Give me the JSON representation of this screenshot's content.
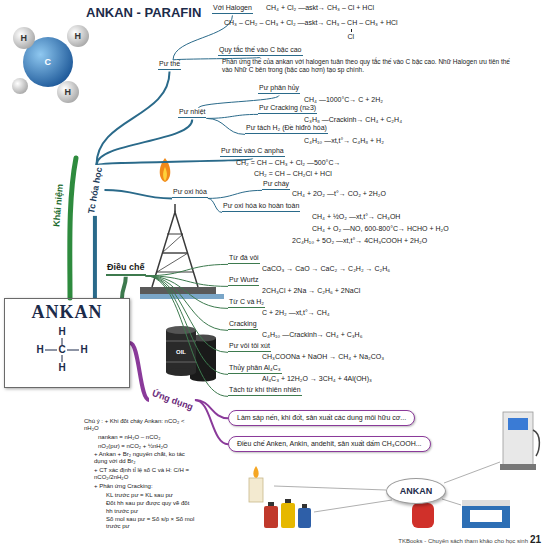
{
  "diagram": {
    "title": "ANKAN - PARAFIN",
    "nodes": [
      {
        "text": [
          "ANKAN"
        ]
      },
      {
        "text": [
          "Tc hóa học"
        ]
      },
      {
        "text": [
          "Pư thế"
        ]
      },
      {
        "text": [
          "Với Halogen"
        ]
      },
      {
        "text": [
          "Quy tắc thế vào C bậc cao"
        ]
      },
      {
        "text": [
          "Pư nhiệt"
        ]
      },
      {
        "text": [
          "Pư phân hủy"
        ]
      },
      {
        "text": [
          "Pư Cracking (n≥3)"
        ]
      },
      {
        "text": [
          "Pư tách H₂ (Đề hiđrô hóa)"
        ]
      },
      {
        "text": [
          "Pư thế vào C anpha"
        ]
      },
      {
        "text": [
          "Pư oxi hóa"
        ]
      },
      {
        "text": [
          "Pư cháy"
        ]
      },
      {
        "text": [
          "Pư oxi hóa ko hoàn toàn"
        ]
      },
      {
        "text": [
          "Điều chế"
        ]
      },
      {
        "text": [
          "Từ đá vôi"
        ]
      },
      {
        "text": [
          "Pư Wurtz"
        ]
      },
      {
        "text": [
          "Từ C và H₂"
        ]
      },
      {
        "text": [
          "Cracking"
        ]
      },
      {
        "text": [
          "Pư vôi tôi xút"
        ]
      },
      {
        "text": [
          "Thủy phân Al₄C₃"
        ]
      },
      {
        "text": [
          "Tách từ khí thiên nhiên"
        ]
      },
      {
        "text": [
          "Ứng dụng"
        ]
      },
      {
        "text": [
          "Làm sáp nến, khi đốt, sản xuất các dung môi hữu cơ..."
        ]
      },
      {
        "text": [
          "Điều chế Anken, Ankin, andehit, sản xuất dấm CH₃COOH..."
        ]
      },
      {
        "text": [
          "ANKAN"
        ]
      }
    ],
    "edges": [
      {
        "from": 0,
        "to": 1,
        "arrow": "none"
      },
      {
        "from": 1,
        "to": 2,
        "arrow": "none"
      },
      {
        "from": 2,
        "to": 3,
        "arrow": "none"
      },
      {
        "from": 2,
        "to": 4,
        "arrow": "none"
      },
      {
        "from": 1,
        "to": 5,
        "arrow": "none"
      },
      {
        "from": 5,
        "to": 6,
        "arrow": "none"
      },
      {
        "from": 5,
        "to": 7,
        "arrow": "none"
      },
      {
        "from": 5,
        "to": 8,
        "arrow": "none"
      },
      {
        "from": 1,
        "to": 9,
        "arrow": "none"
      },
      {
        "from": 1,
        "to": 10,
        "arrow": "none"
      },
      {
        "from": 10,
        "to": 11,
        "arrow": "none"
      },
      {
        "from": 10,
        "to": 12,
        "arrow": "none"
      },
      {
        "from": 0,
        "to": 13,
        "arrow": "none"
      },
      {
        "from": 13,
        "to": 14,
        "arrow": "none"
      },
      {
        "from": 13,
        "to": 15,
        "arrow": "none"
      },
      {
        "from": 13,
        "to": 16,
        "arrow": "none"
      },
      {
        "from": 13,
        "to": 17,
        "arrow": "none"
      },
      {
        "from": 13,
        "to": 18,
        "arrow": "none"
      },
      {
        "from": 13,
        "to": 19,
        "arrow": "none"
      },
      {
        "from": 13,
        "to": 20,
        "arrow": "none"
      },
      {
        "from": 0,
        "to": 21,
        "arrow": "none"
      },
      {
        "from": 21,
        "to": 22,
        "arrow": "none"
      },
      {
        "from": 21,
        "to": 23,
        "arrow": "none"
      }
    ],
    "labels": [
      "Khái niệm",
      "H",
      "H",
      "H",
      "C",
      "H",
      "H",
      "C",
      "H",
      "H",
      "CH₄ + Cl₂ —askt→ CH₃ – Cl + HCl",
      "CH₃ – CH₂ – CH₃ + Cl₂ —askt→ CH₃ – CH – CH₃ + HCl",
      "Cl",
      "Phản ứng thế của ankan với halogen tuân theo quy tắc thế vào C bậc cao. Nhữ Halogen ưu tiên thế vào Nhữ C bên trong (bậc cao hơn) tạo sp chính.",
      "CH₄ —1000°C→ C + 2H₂",
      "C₃H₈ —Crackinh→ CH₄ + C₂H₄",
      "C₄H₁₀ —xt,t°→ C₄H₈ + H₂",
      "CH₂ = CH – CH₃ + Cl₂ —500°C→",
      "CH₂ = CH – CH₂Cl + HCl",
      "CH₄ + 2O₂ —t°→ CO₂ + 2H₂O",
      "CH₄ + ½O₂ —xt,t°→ CH₃OH",
      "CH₄ + O₂ —NO, 600-800°C→ HCHO + H₂O",
      "2C₄H₁₀ + 5O₂ —xt,t°→ 4CH₃COOH + 2H₂O",
      "CaCO₃ → CaO → CaC₂ → C₂H₂ → C₂H₆",
      "2CH₃Cl + 2Na → C₂H₆ + 2NaCl",
      "C + 2H₂ —xt,t°→ CH₄",
      "C₄H₁₀ —Crackinh→ CH₄ + C₃H₆",
      "CH₃COONa + NaOH → CH₄ + Na₂CO₃",
      "Al₄C₃ + 12H₂O → 3CH₄ + 4Al(OH)₃",
      "OIL",
      "Chú ý : + Khi đốt cháy Ankan: nCO₂ < nH₂O",
      "nankan = nH₂O – nCO₂",
      "nO₂(pư) = nCO₂ + ½nH₂O",
      "+ Ankan + Br₂ nguyên chất, ko tác dụng với dd Br₂",
      "+ CT xác định tỉ lệ số C và H: C/H = nCO₂/2nH₂O",
      "+ Phản ứng Cracking:",
      "KL trước pư = KL sau pư",
      "Đốt hh sau pư được quy về đốt hh trước pư",
      "Số mol sau pư = Số s/p × Số mol trước pư",
      "TKBooks - Chuyên sách tham khảo cho học sinh",
      "21"
    ]
  }
}
